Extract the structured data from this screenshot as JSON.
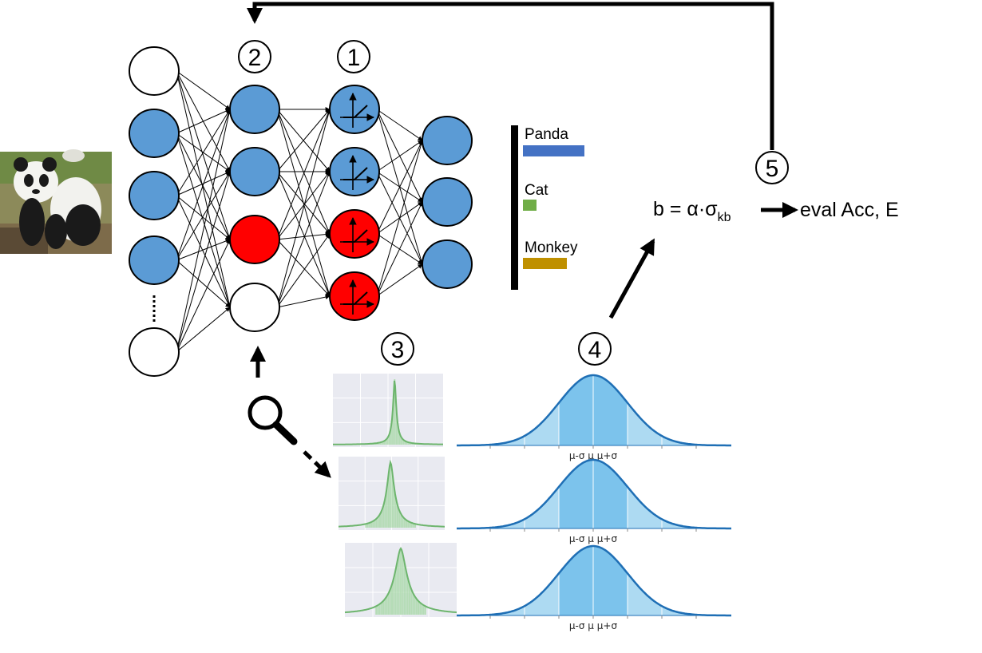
{
  "steps": [
    "1",
    "2",
    "3",
    "4",
    "5"
  ],
  "output_bars": [
    {
      "label": "Panda",
      "value": 1.0,
      "color": "#4472c4"
    },
    {
      "label": "Cat",
      "value": 0.22,
      "color": "#70ad47"
    },
    {
      "label": "Monkey",
      "value": 0.71,
      "color": "#bf9000"
    }
  ],
  "formula": {
    "lhs": "b = α·σ",
    "sub": "kb"
  },
  "eval_text": "eval Acc, E",
  "gaussian_axis_label": "μ-σ μ μ+σ",
  "colors": {
    "neuron_active": "#5b9bd5",
    "neuron_pruned": "#ff0000",
    "neuron_empty": "#ffffff",
    "histogram_green": "#6db56d",
    "gaussian_line": "#1f6fb5",
    "gaussian_fill": "#9fd3f0",
    "gaussian_fill_center": "#7cc3ec"
  },
  "icons": [
    "panda-photo",
    "magnifier-icon",
    "activation-function-icon"
  ]
}
